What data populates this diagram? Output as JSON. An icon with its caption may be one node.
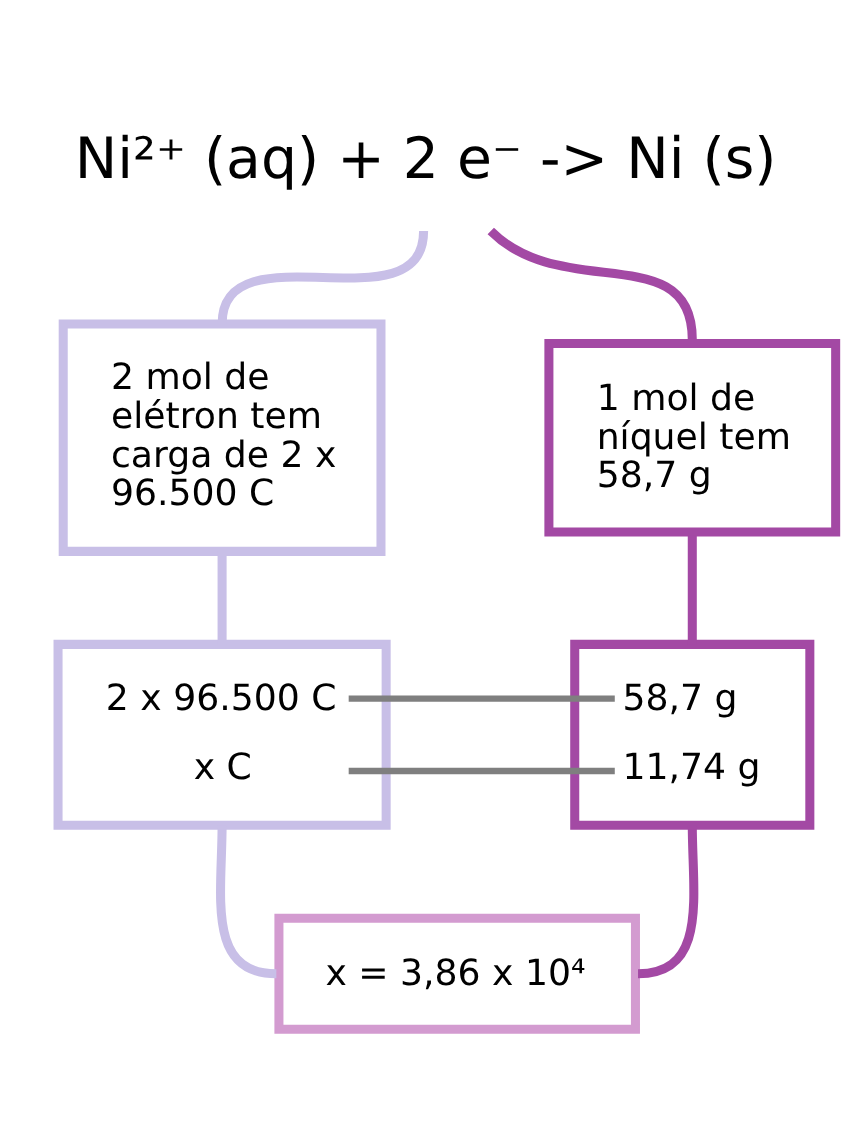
{
  "diagram": {
    "nodes": [
      {
        "text": [
          "Ni²⁺ (aq) + 2 e⁻ -> Ni (s)"
        ]
      },
      {
        "text": [
          "2 mol de elétron tem carga de 2 x 96.500 C"
        ]
      },
      {
        "text": [
          "1 mol de níquel tem 58,7 g"
        ]
      },
      {
        "text": [
          "2 x 96.500 C",
          "x C"
        ]
      },
      {
        "text": [
          "58,7 g",
          "11,74 g"
        ]
      },
      {
        "text": [
          "x = 3,86 x 10⁴"
        ]
      }
    ],
    "edges": [
      {
        "from": 0,
        "to": 1,
        "arrow": "none",
        "color": "#c8bfe7"
      },
      {
        "from": 0,
        "to": 2,
        "arrow": "none",
        "color": "#a349a4"
      },
      {
        "from": 1,
        "to": 3,
        "arrow": "none",
        "color": "#c8bfe7"
      },
      {
        "from": 2,
        "to": 4,
        "arrow": "none",
        "color": "#a349a4"
      },
      {
        "from": 3,
        "to": 4,
        "arrow": "none",
        "color": "#7f7f7f"
      },
      {
        "from": 3,
        "to": 4,
        "arrow": "none",
        "color": "#7f7f7f"
      },
      {
        "from": 3,
        "to": 5,
        "arrow": "none",
        "color": "#c8bfe7"
      },
      {
        "from": 4,
        "to": 5,
        "arrow": "none",
        "color": "#a349a4"
      }
    ]
  }
}
